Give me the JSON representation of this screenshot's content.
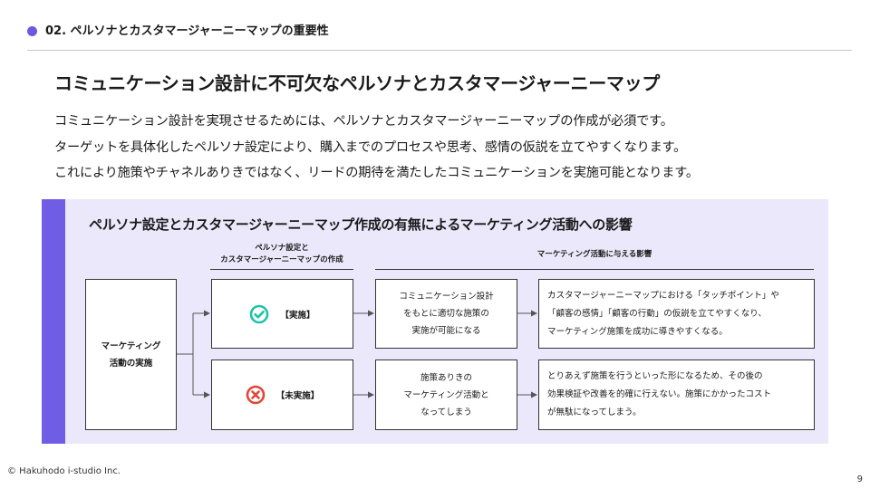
{
  "header": {
    "title": "02. ペルソナとカスタマージャーニーマップの重要性"
  },
  "main_title": "コミュニケーション設計に不可欠なペルソナとカスタマージャーニーマップ",
  "body": {
    "lines": [
      "コミュニケーション設計を実現させるためには、ペルソナとカスタマージャーニーマップの作成が必須です。",
      "ターゲットを具体化したペルソナ設定により、購入までのプロセスや思考、感情の仮説を立てやすくなります。",
      "これにより施策やチャネルありきではなく、リードの期待を満たしたコミュニケーションを実施可能となります。"
    ]
  },
  "diagram": {
    "title": "ペルソナ設定とカスタマージャーニーマップ作成の有無によるマーケティング活動への影響",
    "col_heads": {
      "persona": [
        "ペルソナ設定と",
        "カスタマージャーニーマップの作成"
      ],
      "effect": "マーケティング活動に与える影響"
    },
    "root": [
      "マーケティング",
      "活動の実施"
    ],
    "rows": [
      {
        "status": "【実施】",
        "result": [
          "コミュニケーション設計",
          "をもとに適切な施策の",
          "実施が可能になる"
        ],
        "detail": [
          "カスタマージャーニーマップにおける「タッチポイント」や",
          "「顧客の感情」「顧客の行動」の仮説を立てやすくなり、",
          "マーケティング施策を成功に導きやすくなる。"
        ]
      },
      {
        "status": "【未実施】",
        "result": [
          "施策ありきの",
          "マーケティング活動と",
          "なってしまう"
        ],
        "detail": [
          "とりあえず施策を行うといった形になるため、その後の",
          "効果検証や改善を的確に行えない。施策にかかったコスト",
          "が無駄になってしまう。"
        ]
      }
    ],
    "colors": {
      "accent": "#6f5de6",
      "panel_bg": "#ebe8fb",
      "check": "#1fc2a7",
      "cross": "#e0453a"
    }
  },
  "footer": {
    "copyright": "© Hakuhodo i-studio Inc.",
    "page": "9"
  }
}
